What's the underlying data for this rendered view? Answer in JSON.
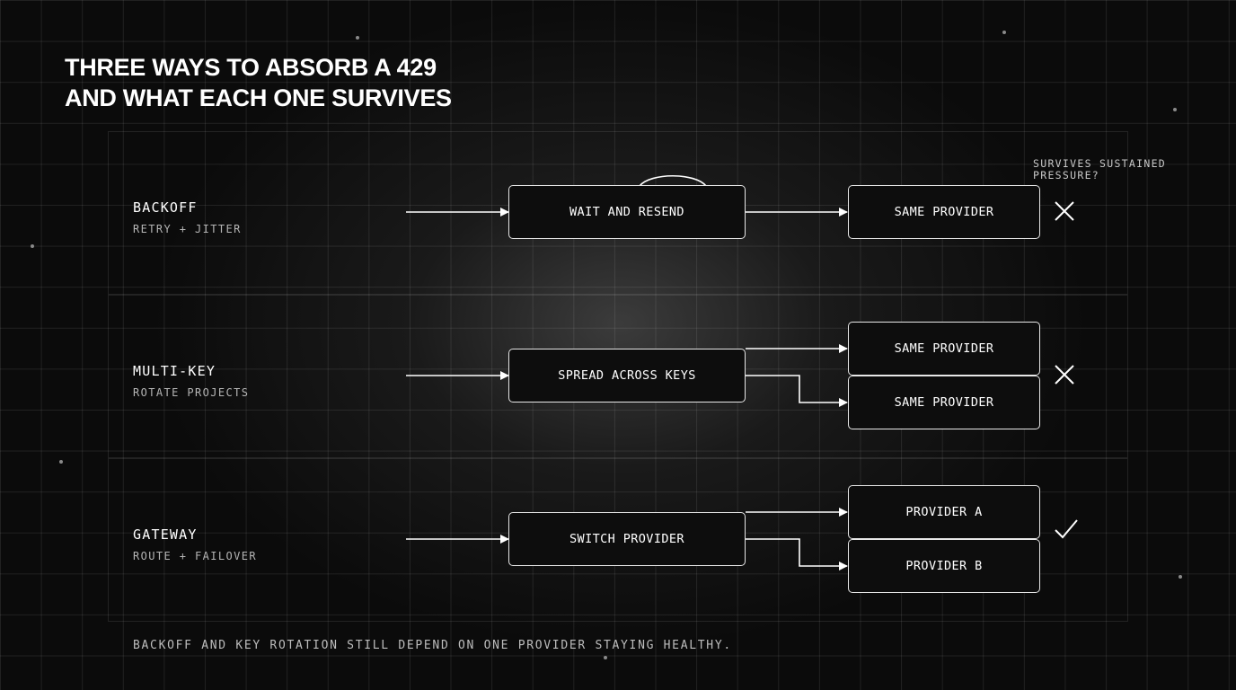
{
  "title": {
    "line1": "THREE WAYS TO ABSORB A 429",
    "line2": "AND WHAT EACH ONE SURVIVES"
  },
  "survives_column_label": "SURVIVES SUSTAINED PRESSURE?",
  "rows": [
    {
      "name": "BACKOFF",
      "subtitle": "RETRY + JITTER",
      "strategy": "WAIT AND RESEND",
      "targets": [
        "SAME PROVIDER"
      ],
      "survives": false,
      "survives_icon": "cross-icon"
    },
    {
      "name": "MULTI-KEY",
      "subtitle": "ROTATE PROJECTS",
      "strategy": "SPREAD ACROSS KEYS",
      "targets": [
        "SAME PROVIDER",
        "SAME PROVIDER"
      ],
      "survives": false,
      "survives_icon": "cross-icon"
    },
    {
      "name": "GATEWAY",
      "subtitle": "ROUTE + FAILOVER",
      "strategy": "SWITCH PROVIDER",
      "targets": [
        "PROVIDER A",
        "PROVIDER B"
      ],
      "survives": true,
      "survives_icon": "check-icon"
    }
  ],
  "footer": "BACKOFF AND KEY ROTATION STILL DEPEND ON ONE PROVIDER STAYING HEALTHY.",
  "colors": {
    "background": "#0b0b0b",
    "stroke": "#e8e8e8",
    "text": "#ffffff",
    "muted_text": "#b5b5b5"
  }
}
